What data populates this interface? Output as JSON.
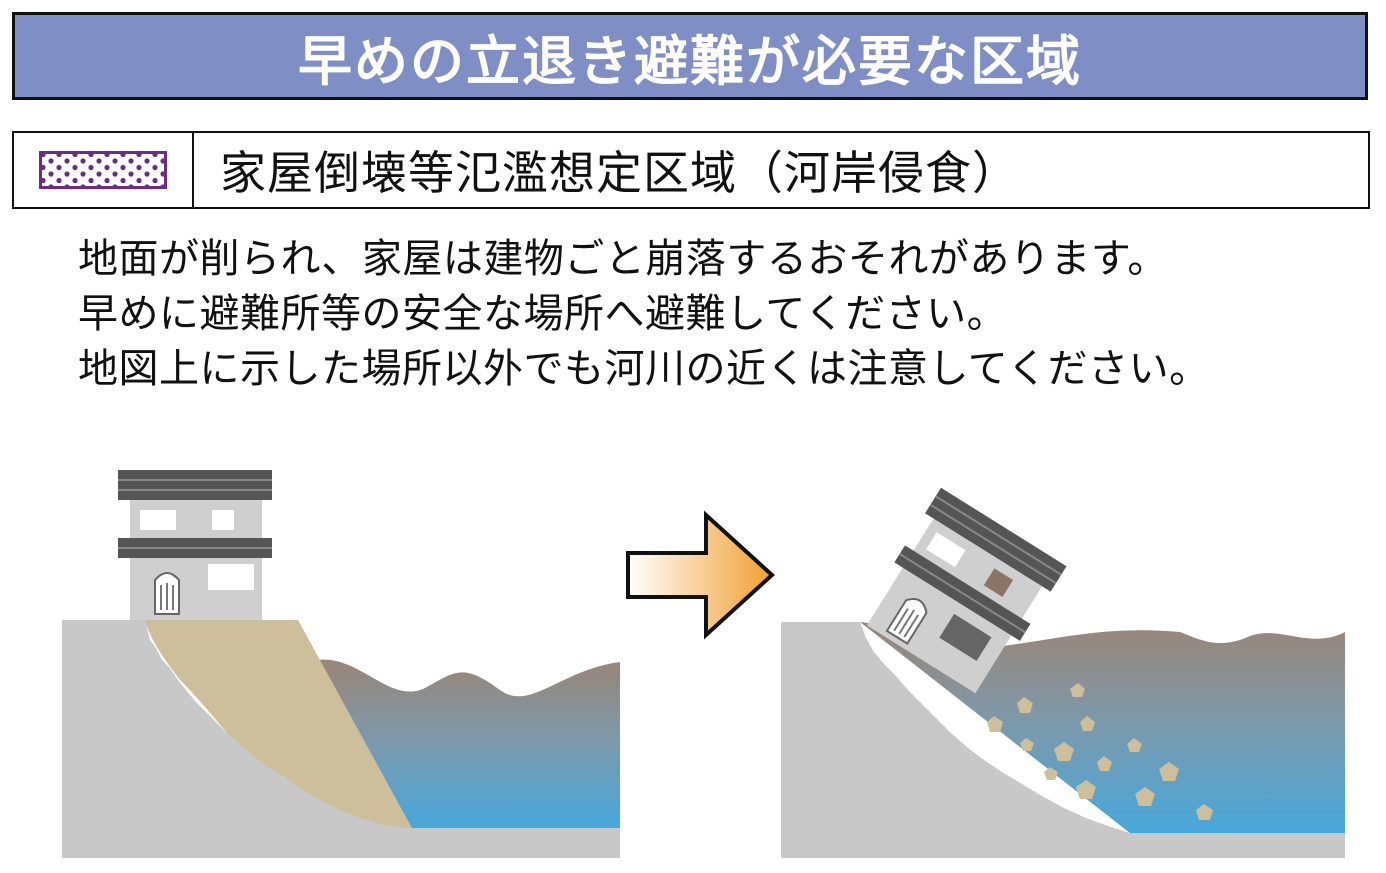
{
  "title": "早めの立退き避難が必要な区域",
  "legend": {
    "label": "家屋倒壊等氾濫想定区域（河岸侵食）",
    "swatch_icon": "purple-dotted-pattern",
    "swatch_color": "#6a2c86"
  },
  "description": [
    "地面が削られ、家屋は建物ごと崩落するおそれがあります。",
    "早めに避難所等の安全な場所へ避難してください。",
    "地図上に示した場所以外でも河川の近くは注意してください。"
  ],
  "colors": {
    "banner_bg": "#7f8fc6",
    "ground": "#c8c8c8",
    "eroded_soil": "#cdbf9c",
    "water_top": "#9a8577",
    "water_bottom": "#48a8dc",
    "arrow_gradient_end": "#f0a030"
  },
  "icons": {
    "before": "house-on-riverbank-icon",
    "transition": "right-arrow-icon",
    "after": "collapsing-house-icon"
  }
}
